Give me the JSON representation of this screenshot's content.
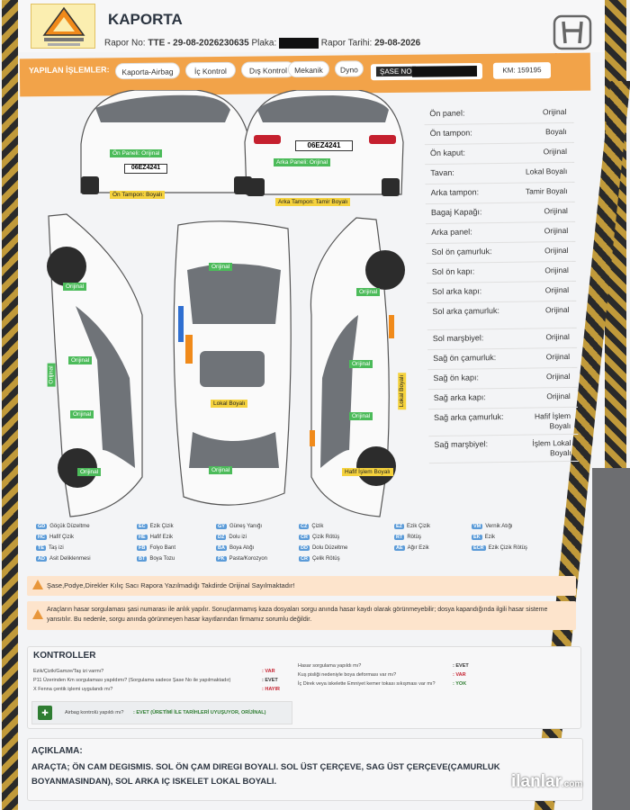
{
  "header": {
    "title": "KAPORTA",
    "report_no_label": "Rapor No:",
    "report_no": "TTE - 29-08-2026230635",
    "plate_label": "Plaka:",
    "date_label": "Rapor Tarihi:",
    "date": "29-08-2026",
    "brand": "HONDA"
  },
  "operations": {
    "label": "YAPILAN İŞLEMLER:",
    "items": [
      "Kaporta-Airbag",
      "İç Kontrol",
      "Dış Kontrol",
      "Mekanik",
      "Dyno"
    ],
    "chassis_label": "ŞASE NO",
    "km": "KM: 159195"
  },
  "car_tags": {
    "front_panel": "Ön Paneli: Orijinal",
    "front_bumper": "Ön Tampon: Boyalı",
    "rear_panel": "Arka Paneli: Orijinal",
    "rear_bumper": "Arka Tampon: Tamir Boyalı",
    "plate": "06EZ4241",
    "top_orig": "Orijinal",
    "roof": "Lokal Boyalı",
    "side_orig": "Orijinal",
    "side_lok": "Lokal Boyalı",
    "side_hafif": "Hafif İşlem Boyalı",
    "side_lokal2": "Lokal Boyalı"
  },
  "parts": [
    {
      "name": "Ön panel:",
      "value": "Orijinal"
    },
    {
      "name": "Ön tampon:",
      "value": "Boyalı"
    },
    {
      "name": "Ön kaput:",
      "value": "Orijinal"
    },
    {
      "name": "Tavan:",
      "value": "Lokal Boyalı"
    },
    {
      "name": "Arka tampon:",
      "value": "Tamir Boyalı"
    },
    {
      "name": "Bagaj Kapağı:",
      "value": "Orijinal"
    },
    {
      "name": "Arka panel:",
      "value": "Orijinal"
    },
    {
      "name": "Sol ön çamurluk:",
      "value": "Orijinal"
    },
    {
      "name": "Sol ön kapı:",
      "value": "Orijinal"
    },
    {
      "name": "Sol arka kapı:",
      "value": "Orijinal"
    },
    {
      "name": "Sol arka çamurluk:",
      "value": "Orijinal"
    },
    {
      "name": "Sol marşbiyel:",
      "value": "Orijinal"
    },
    {
      "name": "Sağ ön çamurluk:",
      "value": "Orijinal"
    },
    {
      "name": "Sağ ön kapı:",
      "value": "Orijinal"
    },
    {
      "name": "Sağ arka kapı:",
      "value": "Orijinal"
    },
    {
      "name": "Sağ arka çamurluk:",
      "value": "Hafif İşlem Boyalı"
    },
    {
      "name": "Sağ marşbiyel:",
      "value": "İşlem Lokal Boyalı"
    }
  ],
  "legend": [
    {
      "c": "GD",
      "t": "Göçük Düzeltme"
    },
    {
      "c": "HC",
      "t": "Hafif Çizik"
    },
    {
      "c": "TE",
      "t": "Taş izi"
    },
    {
      "c": "AD",
      "t": "Asit Deliklenmesi"
    },
    {
      "c": "EC",
      "t": "Ezik Çizik"
    },
    {
      "c": "HE",
      "t": "Hafif Ezik"
    },
    {
      "c": "FB",
      "t": "Folyo Bant"
    },
    {
      "c": "BT",
      "t": "Boya Tozu"
    },
    {
      "c": "GY",
      "t": "Güneş Yanığı"
    },
    {
      "c": "DZ",
      "t": "Dolu izi"
    },
    {
      "c": "BA",
      "t": "Boya Atığı"
    },
    {
      "c": "PK",
      "t": "Pasta/Korozyon"
    },
    {
      "c": "CZ",
      "t": "Çizik"
    },
    {
      "c": "CR",
      "t": "Çizik Rötüş"
    },
    {
      "c": "DD",
      "t": "Dolu Düzeltme"
    },
    {
      "c": "CR",
      "t": "Çelik Rötüş"
    },
    {
      "c": "EZ",
      "t": "Ezik Çizik"
    },
    {
      "c": "RT",
      "t": "Rötüş"
    },
    {
      "c": "AE",
      "t": "Ağır Ezik"
    },
    {
      "c": "VM",
      "t": "Vernik Atığı"
    },
    {
      "c": "EK",
      "t": "Ezik"
    },
    {
      "c": "ECR",
      "t": "Ezik Çizik Rötüş"
    }
  ],
  "notes": {
    "note1": "Şase,Podye,Direkler Kılıç Sacı Rapora Yazılmadığı Takdirde Orijinal Sayılmaktadır!",
    "note2": "Araçların hasar sorgulaması şasi numarası ile anlık yapılır. Sonuçlanmamış kaza dosyaları sorgu anında hasar kaydı olarak görünmeyebilir; dosya kapandığında ilgili hasar sisteme yansıtılır. Bu nedenle, sorgu anında görünmeyen hasar kayıtlarından firmamız sorumlu değildir."
  },
  "kontrol": {
    "title": "KONTROLLER",
    "q1": "Ezik/Çizik/Gamze/Taş izi varmı?",
    "v1": ": VAR",
    "q2": "P11 Üzerinden Km sorgulaması yapıldımı? (Sorgulama sadece Şase No ile yapılmaktadır)",
    "v2": ": EVET",
    "q3": "X Fenna çentik işlemi uygulandı mı?",
    "v3": ": HAYIR",
    "q4": "Hasar sorgulama yapıldı mı?",
    "v4": ": EVET",
    "q5": "Kuş pisliği nedeniyle boya deforması var mı?",
    "v5": ": VAR",
    "q6": "İç Direk veya iskelette Emniyet kemer tokası sıkışması var mı?",
    "v6": ": YOK",
    "airbag_q": "Airbag kontrolü yapıldı mı?",
    "airbag_v": ": EVET (ÜRETİMİ İLE TARİHLERİ UYUŞUYOR, ORİJİNAL)"
  },
  "aciklama": {
    "title": "AÇIKLAMA:",
    "text": "ARAÇTA; ÖN CAM DEGISMIS. SOL ÖN ÇAM DIREGI BOYALI. SOL ÜST ÇERÇEVE, SAG ÜST ÇERÇEVE(ÇAMURLUK BOYANMASINDAN), SOL ARKA IÇ ISKELET LOKAL BOYALI."
  },
  "watermark": {
    "brand": "ilanlar",
    "tld": ".com"
  }
}
